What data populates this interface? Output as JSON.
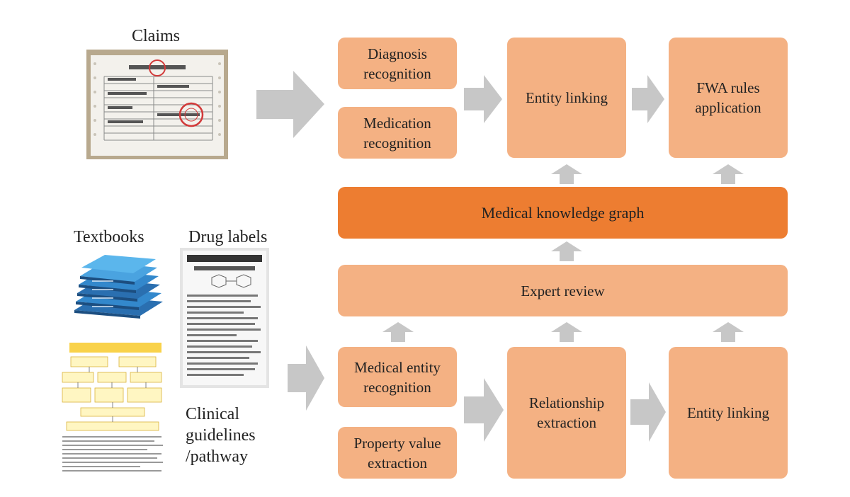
{
  "sources": {
    "claims_label": "Claims",
    "textbooks_label": "Textbooks",
    "drug_labels_label": "Drug labels",
    "guidelines_label": "Clinical\nguidelines\n/pathway"
  },
  "claims_flow": {
    "diagnosis_recognition": "Diagnosis\nrecognition",
    "medication_recognition": "Medication\nrecognition",
    "entity_linking": "Entity linking",
    "fwa_rules": "FWA rules\napplication"
  },
  "knowledge_graph": {
    "label": "Medical knowledge graph",
    "color": "#ed7d31"
  },
  "expert_review": {
    "label": "Expert review"
  },
  "kg_construction": {
    "medical_entity_recognition": "Medical entity\nrecognition",
    "property_value_extraction": "Property value\nextraction",
    "relationship_extraction": "Relationship\nextraction",
    "entity_linking": "Entity linking"
  },
  "colors": {
    "box_fill": "#f4b183",
    "arrow_fill": "#c7c7c7"
  }
}
